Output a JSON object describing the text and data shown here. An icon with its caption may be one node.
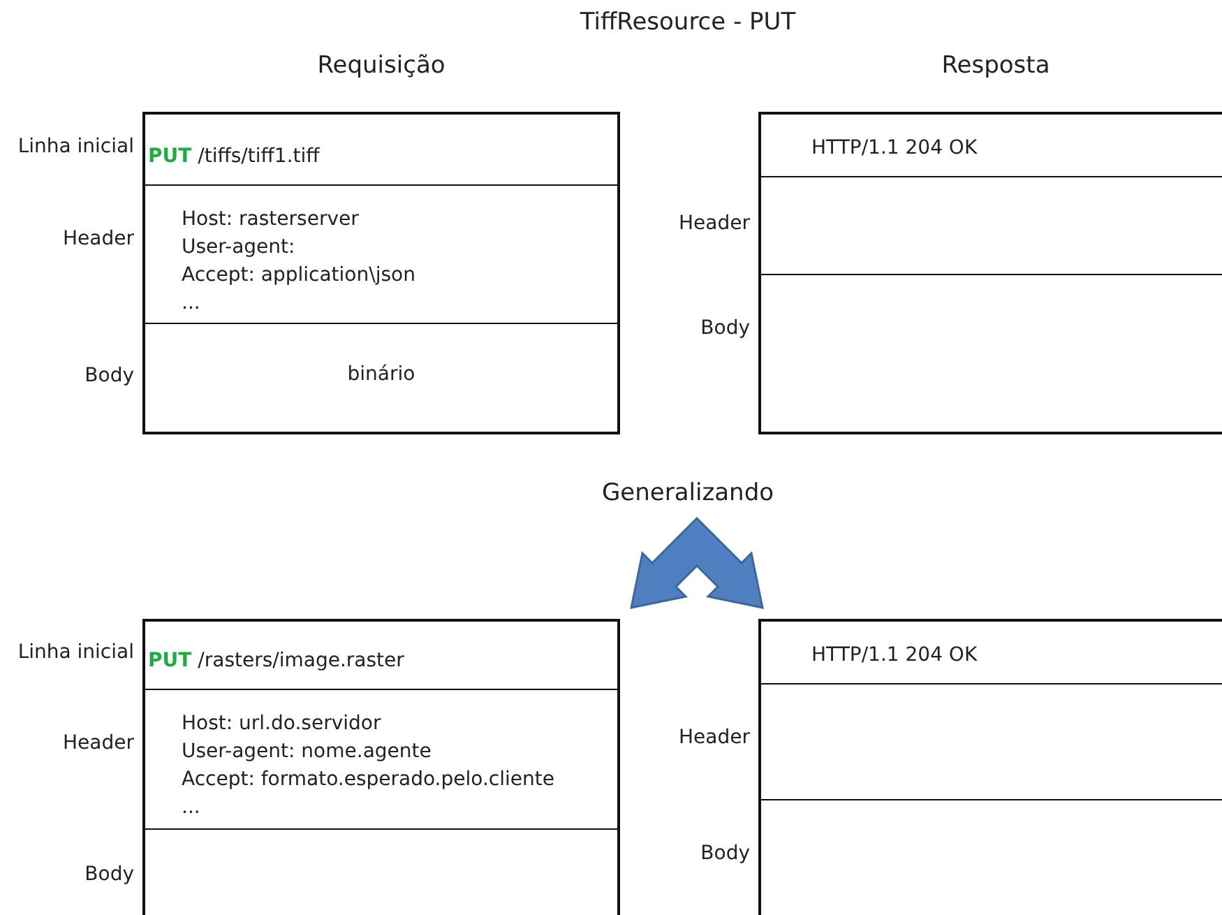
{
  "diagram": {
    "title": "TiffResource - PUT",
    "nodes": [
      {
        "text": [
          "Requisição"
        ]
      },
      {
        "text": [
          "**PUT** /tiffs/tiff1.tiff"
        ],
        "in": 0,
        "beside": [
          "Linha inicial"
        ]
      },
      {
        "text": [
          "Host: rasterserver",
          "User-agent:",
          "Accept:  application\\json",
          "..."
        ],
        "in": 0,
        "beside": [
          "Header"
        ]
      },
      {
        "text": [
          "binário"
        ],
        "in": 0,
        "beside": [
          "Body"
        ]
      },
      {
        "text": [
          "Resposta"
        ]
      },
      {
        "text": [
          "HTTP/1.1  204 OK"
        ],
        "in": 4
      },
      {
        "text": [],
        "shape": "box",
        "in": 4,
        "beside": [
          "Header"
        ]
      },
      {
        "text": [],
        "shape": "box",
        "in": 4,
        "beside": [
          "Body"
        ]
      },
      {
        "text": [],
        "shape": "box"
      },
      {
        "text": [
          "**PUT** /rasters/image.raster"
        ],
        "in": 8,
        "beside": [
          "Linha inicial"
        ]
      },
      {
        "text": [
          "Host: url.do.servidor",
          "User-agent: nome.agente",
          "Accept: formato.esperado.pelo.cliente",
          "..."
        ],
        "in": 8,
        "beside": [
          "Header"
        ]
      },
      {
        "text": [],
        "shape": "box",
        "in": 8,
        "beside": [
          "Body"
        ]
      },
      {
        "text": [],
        "shape": "box"
      },
      {
        "text": [
          "HTTP/1.1  204 OK"
        ],
        "in": 12
      },
      {
        "text": [],
        "shape": "box",
        "in": 12,
        "beside": [
          "Header"
        ]
      },
      {
        "text": [],
        "shape": "box",
        "in": 12,
        "beside": [
          "Body"
        ]
      }
    ],
    "edges": [],
    "labels": [
      "Generalizando"
    ]
  }
}
